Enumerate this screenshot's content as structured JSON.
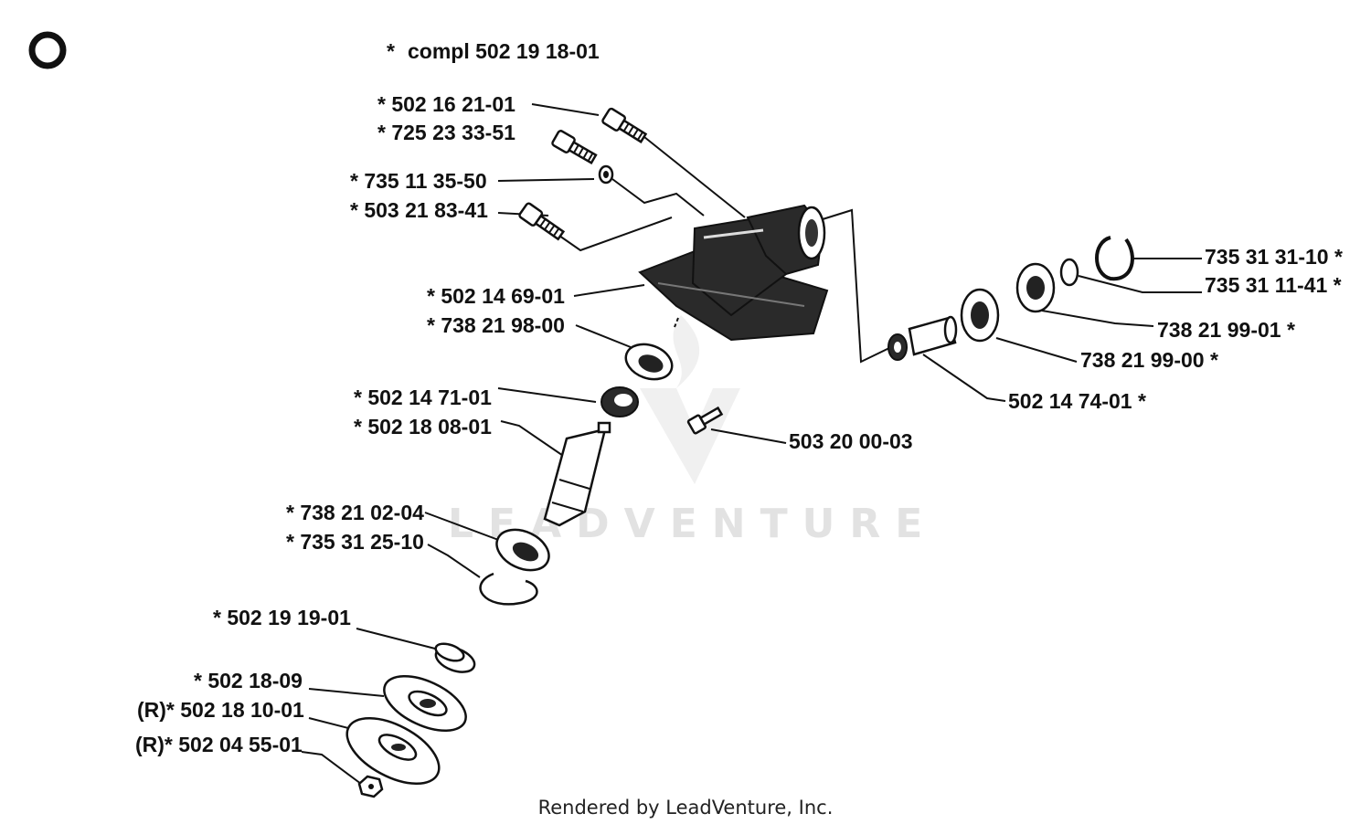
{
  "diagram": {
    "header": "compl 502 19 18-01",
    "header_prefix": "*",
    "footer": "Rendered by LeadVenture, Inc.",
    "watermark": "LEADVENTURE",
    "labels": [
      {
        "id": "l01",
        "text": "* 502 16 21-01"
      },
      {
        "id": "l02",
        "text": "* 725 23 33-51"
      },
      {
        "id": "l03",
        "text": "* 735 11 35-50"
      },
      {
        "id": "l04",
        "text": "* 503 21 83-41"
      },
      {
        "id": "l05",
        "text": "* 502 14 69-01"
      },
      {
        "id": "l06",
        "text": "* 738 21 98-00"
      },
      {
        "id": "l07",
        "text": "* 502 14 71-01"
      },
      {
        "id": "l08",
        "text": "* 502 18 08-01"
      },
      {
        "id": "l09",
        "text": "* 738 21 02-04"
      },
      {
        "id": "l10",
        "text": "* 735 31 25-10"
      },
      {
        "id": "l11",
        "text": "* 502 19 19-01"
      },
      {
        "id": "l12",
        "text": "* 502 18-09"
      },
      {
        "id": "l13",
        "text": "(R)* 502 18 10-01"
      },
      {
        "id": "l14",
        "text": "(R)* 502 04 55-01"
      },
      {
        "id": "l15",
        "text": "503 20 00-03"
      },
      {
        "id": "l16",
        "text": "735 31 31-10 *"
      },
      {
        "id": "l17",
        "text": "735 31 11-41 *"
      },
      {
        "id": "l18",
        "text": "738 21 99-01 *"
      },
      {
        "id": "l19",
        "text": "738 21 99-00 *"
      },
      {
        "id": "l20",
        "text": "502 14 74-01 *"
      }
    ]
  }
}
